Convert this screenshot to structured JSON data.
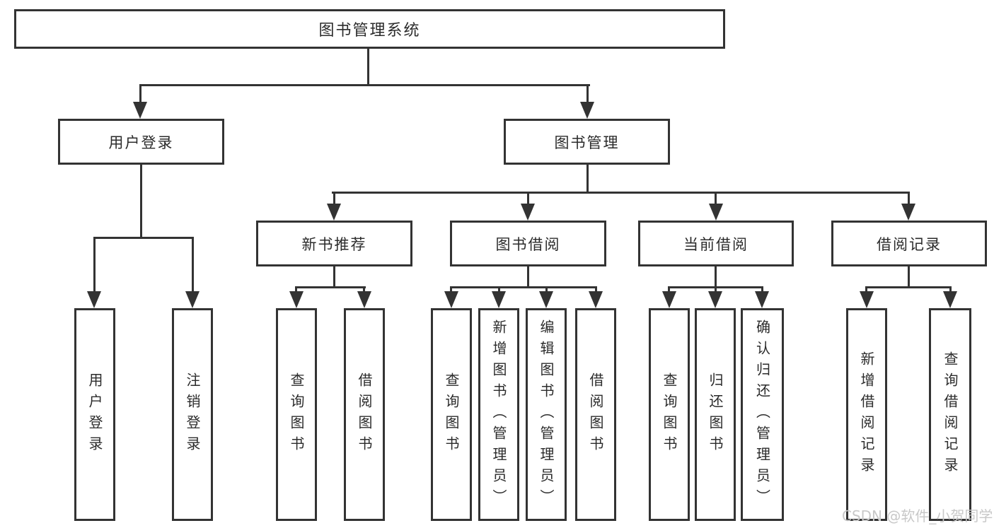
{
  "diagram": {
    "root": {
      "label": "图书管理系统",
      "children": [
        {
          "label": "用户登录",
          "children": [
            {
              "label": "用户登录"
            },
            {
              "label": "注销登录"
            }
          ]
        },
        {
          "label": "图书管理",
          "children": [
            {
              "label": "新书推荐",
              "children": [
                {
                  "label": "查询图书"
                },
                {
                  "label": "借阅图书"
                }
              ]
            },
            {
              "label": "图书借阅",
              "children": [
                {
                  "label": "查询图书"
                },
                {
                  "label": "新增图书（管理员）"
                },
                {
                  "label": "编辑图书（管理员）"
                },
                {
                  "label": "借阅图书"
                }
              ]
            },
            {
              "label": "当前借阅",
              "children": [
                {
                  "label": "查询图书"
                },
                {
                  "label": "归还图书"
                },
                {
                  "label": "确认归还（管理员）"
                }
              ]
            },
            {
              "label": "借阅记录",
              "children": [
                {
                  "label": "新增借阅记录"
                },
                {
                  "label": "查询借阅记录"
                }
              ]
            }
          ]
        }
      ]
    }
  },
  "watermark": {
    "text": "CSDN @软件_小贺同学"
  },
  "colors": {
    "line": "#333333",
    "text": "#2b2b2b",
    "background": "#ffffff",
    "watermark": "#c8c8c8"
  }
}
